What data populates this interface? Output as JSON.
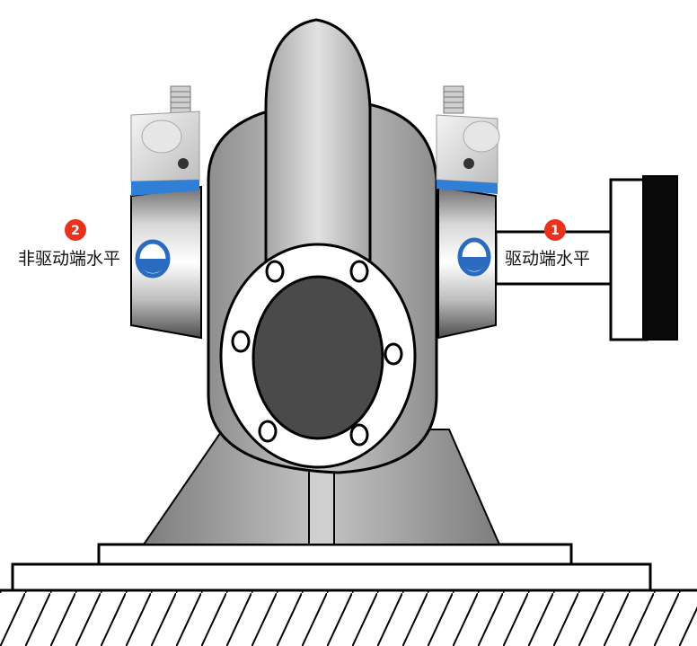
{
  "labels": {
    "drive_end": "驱动端水平",
    "non_drive_end": "非驱动端水平"
  },
  "markers": {
    "drive_end_number": "1",
    "non_drive_end_number": "2"
  },
  "colors": {
    "marker": "#e8321e",
    "sensor_band": "#2f7fd6",
    "sensor_dot": "#2a6bbf",
    "casing": "#b9b9b9",
    "inlet": "#4a4a4a"
  },
  "icons": {
    "sensor": "accelerometer-sensor-icon",
    "marker": "numbered-circle-icon"
  }
}
